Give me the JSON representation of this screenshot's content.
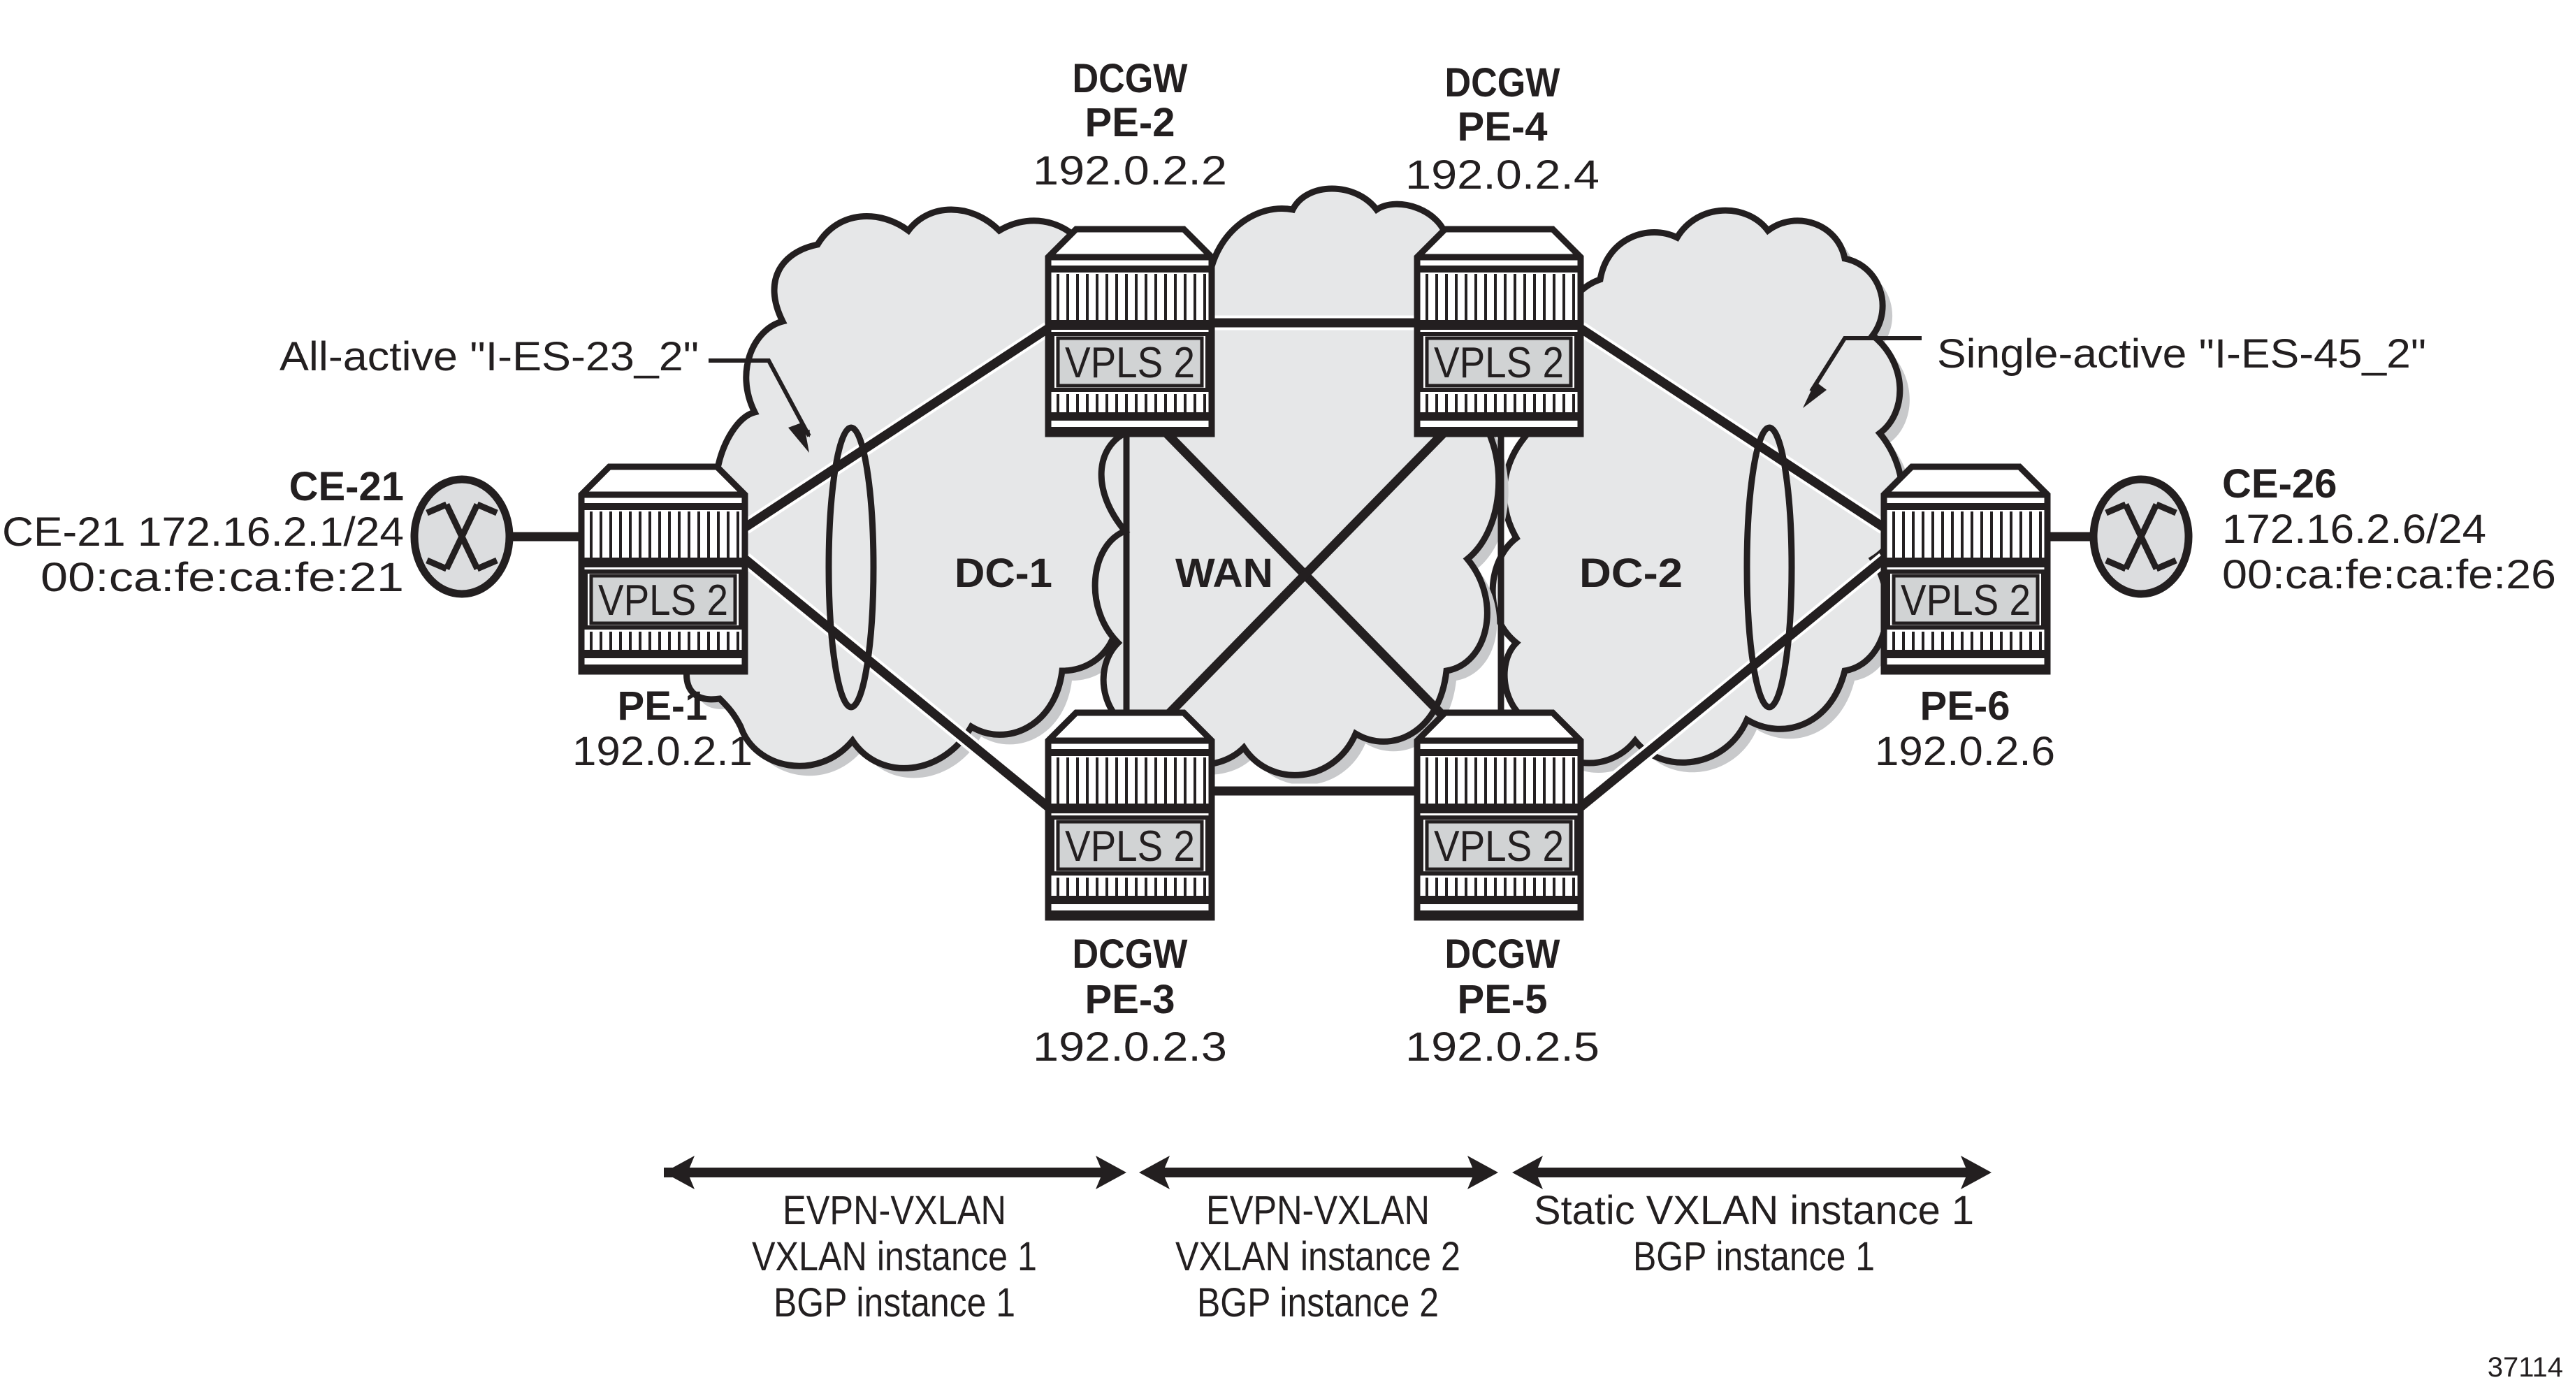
{
  "figure_id": "37114",
  "clouds": {
    "dc1": "DC-1",
    "wan": "WAN",
    "dc2": "DC-2"
  },
  "colors": {
    "cloud_fill": "#e6e7e8",
    "cloud_shadow": "#c8c9cb",
    "line": "#231f20",
    "service_box": "#d1d3d4",
    "ce_fill": "#dcdddf"
  },
  "nodes": {
    "pe1": {
      "name": "PE-1",
      "ip": "192.0.2.1",
      "service": "VPLS 2"
    },
    "pe2": {
      "role": "DCGW",
      "name": "PE-2",
      "ip": "192.0.2.2",
      "service": "VPLS 2"
    },
    "pe3": {
      "role": "DCGW",
      "name": "PE-3",
      "ip": "192.0.2.3",
      "service": "VPLS 2"
    },
    "pe4": {
      "role": "DCGW",
      "name": "PE-4",
      "ip": "192.0.2.4",
      "service": "VPLS 2"
    },
    "pe5": {
      "role": "DCGW",
      "name": "PE-5",
      "ip": "192.0.2.5",
      "service": "VPLS 2"
    },
    "pe6": {
      "name": "PE-6",
      "ip": "192.0.2.6",
      "service": "VPLS 2"
    },
    "ce21": {
      "name": "CE-21",
      "ip": "CE-21 172.16.2.1/24",
      "mac": "00:ca:fe:ca:fe:21"
    },
    "ce26": {
      "name": "CE-26",
      "ip": "172.16.2.6/24",
      "mac": "00:ca:fe:ca:fe:26"
    }
  },
  "ethernet_segments": {
    "es23": "All-active \"I-ES-23_2\"",
    "es45": "Single-active \"I-ES-45_2\""
  },
  "segments": [
    {
      "lines": [
        "EVPN-VXLAN",
        "VXLAN instance 1",
        "BGP instance 1"
      ]
    },
    {
      "lines": [
        "EVPN-VXLAN",
        "VXLAN instance 2",
        "BGP instance 2"
      ]
    },
    {
      "lines": [
        "Static VXLAN instance 1",
        "BGP instance 1"
      ]
    }
  ]
}
